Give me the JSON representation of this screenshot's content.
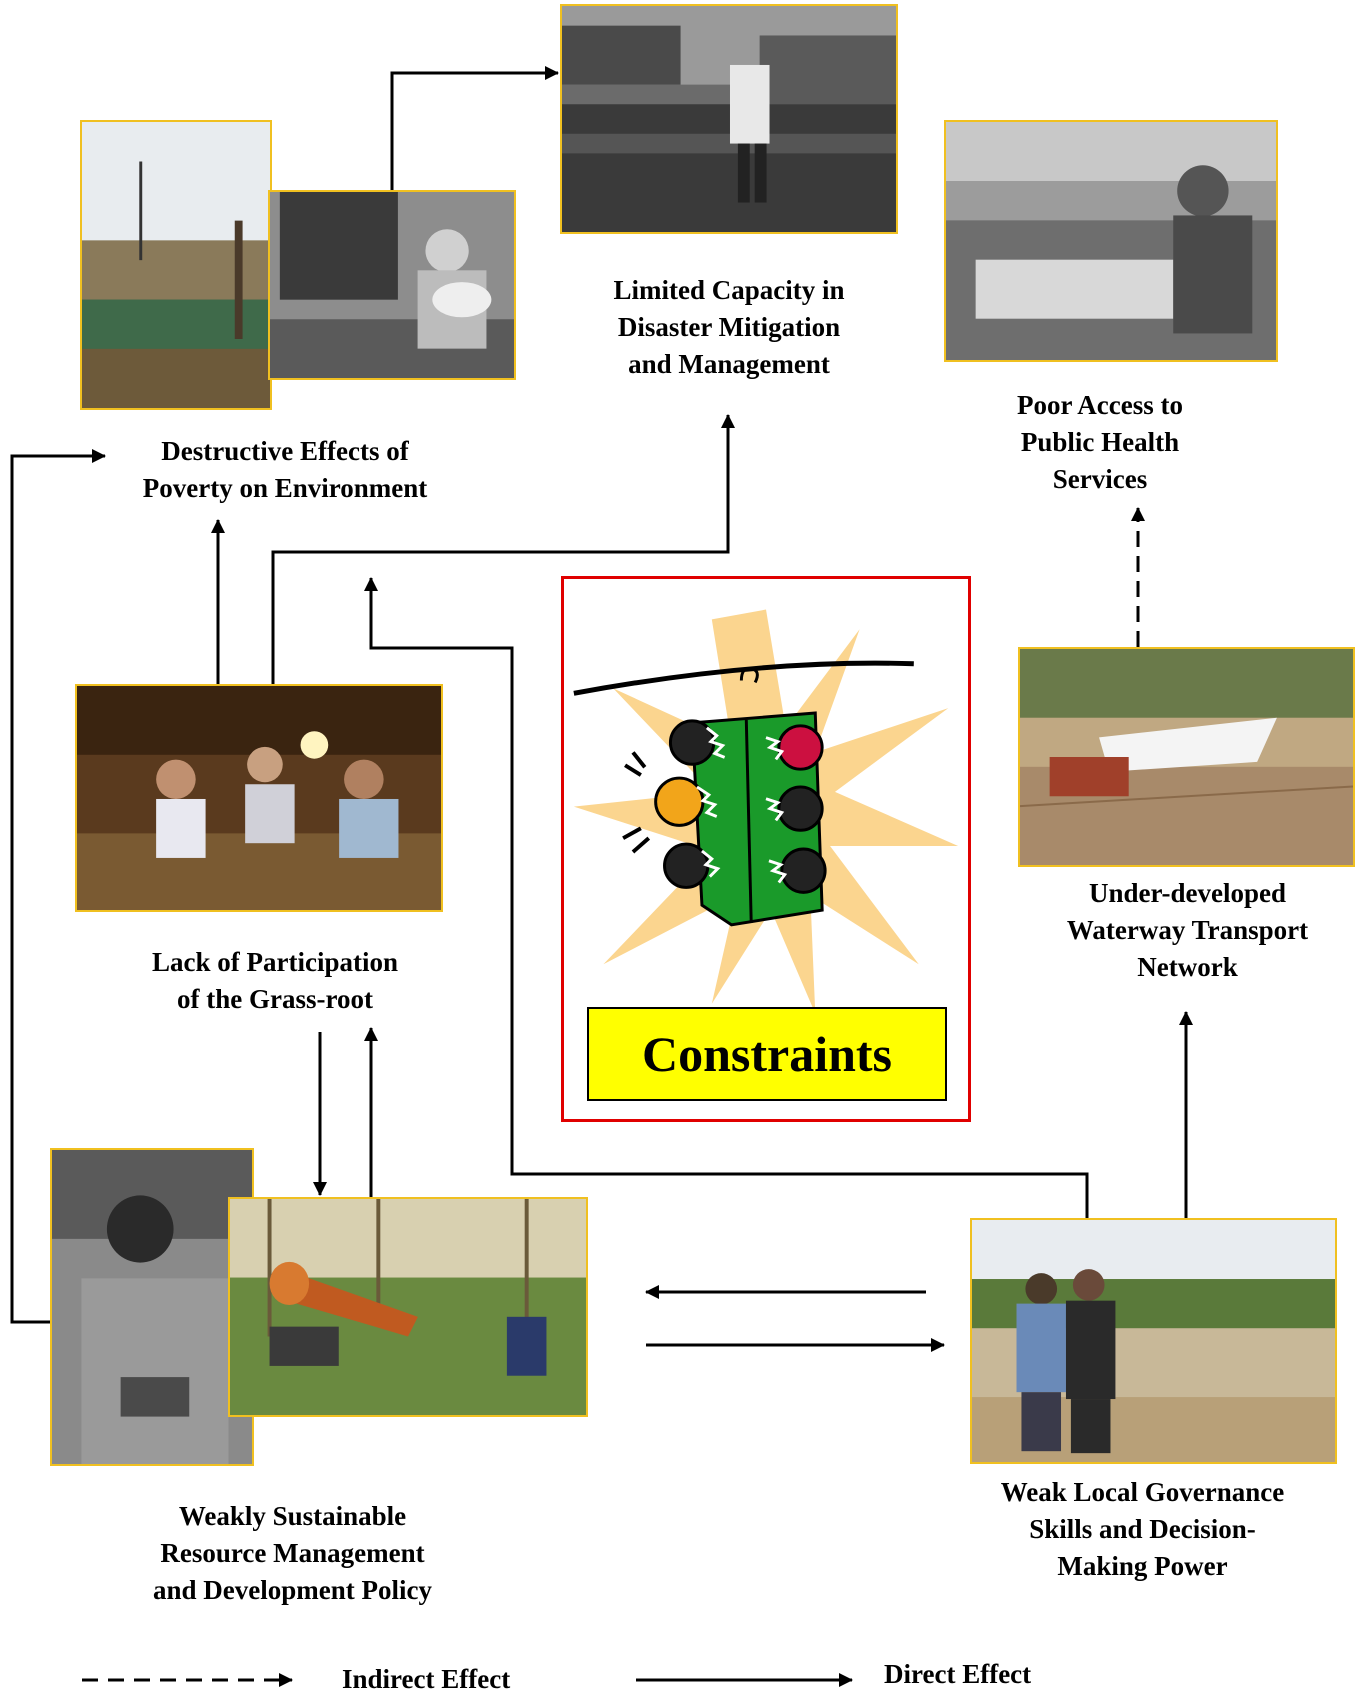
{
  "nodes": {
    "limited_capacity": [
      "Limited Capacity in",
      "Disaster Mitigation",
      "and Management"
    ],
    "poor_access": [
      "Poor Access to",
      "Public Health",
      "Services"
    ],
    "destructive_effects": [
      "Destructive Effects of",
      "Poverty on Environment"
    ],
    "lack_participation": [
      "Lack of Participation",
      "of the Grass-root"
    ],
    "waterway": [
      "Under-developed",
      "Waterway Transport",
      "Network"
    ],
    "weakly_sustainable": [
      "Weakly Sustainable",
      "Resource Management",
      "and Development  Policy"
    ],
    "weak_governance": [
      "Weak Local Governance",
      "Skills and Decision-",
      "Making Power"
    ]
  },
  "center": {
    "title": "Constraints"
  },
  "legend": {
    "indirect": "Indirect Effect",
    "direct": "Direct Effect"
  },
  "colors": {
    "photo_border": "#f0c020",
    "center_border": "#e00000",
    "center_label_bg": "#ffff00",
    "burst": "#fbd58f",
    "light_body": "#1a9a2a"
  }
}
